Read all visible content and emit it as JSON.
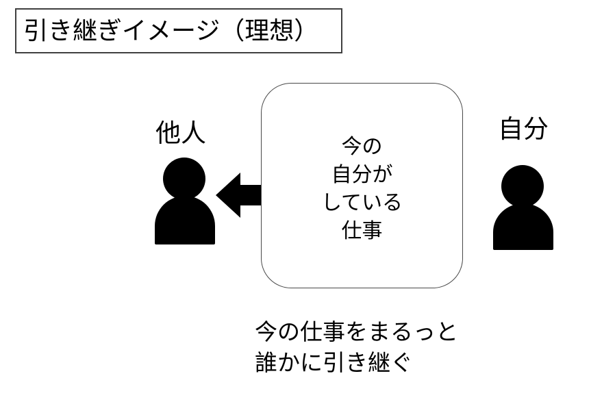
{
  "slide": {
    "title": "引き継ぎイメージ（理想）",
    "background_color": "#ffffff",
    "ink_color": "#000000"
  },
  "work_box": {
    "text": "今の\n自分が\nしている\n仕事",
    "lines": [
      "今の",
      "自分が",
      "している",
      "仕事"
    ],
    "border_color": "#484848",
    "fill_color": "#ffffff"
  },
  "people": {
    "left": {
      "label": "他人",
      "icon": "person-icon",
      "color": "#000000"
    },
    "right": {
      "label": "自分",
      "icon": "person-icon",
      "color": "#000000"
    }
  },
  "arrow": {
    "icon": "arrow-left-icon",
    "direction": "left",
    "color": "#000000"
  },
  "caption": {
    "text": "今の仕事をまるっと\n誰かに引き継ぐ",
    "lines": [
      "今の仕事をまるっと",
      "誰かに引き継ぐ"
    ]
  }
}
